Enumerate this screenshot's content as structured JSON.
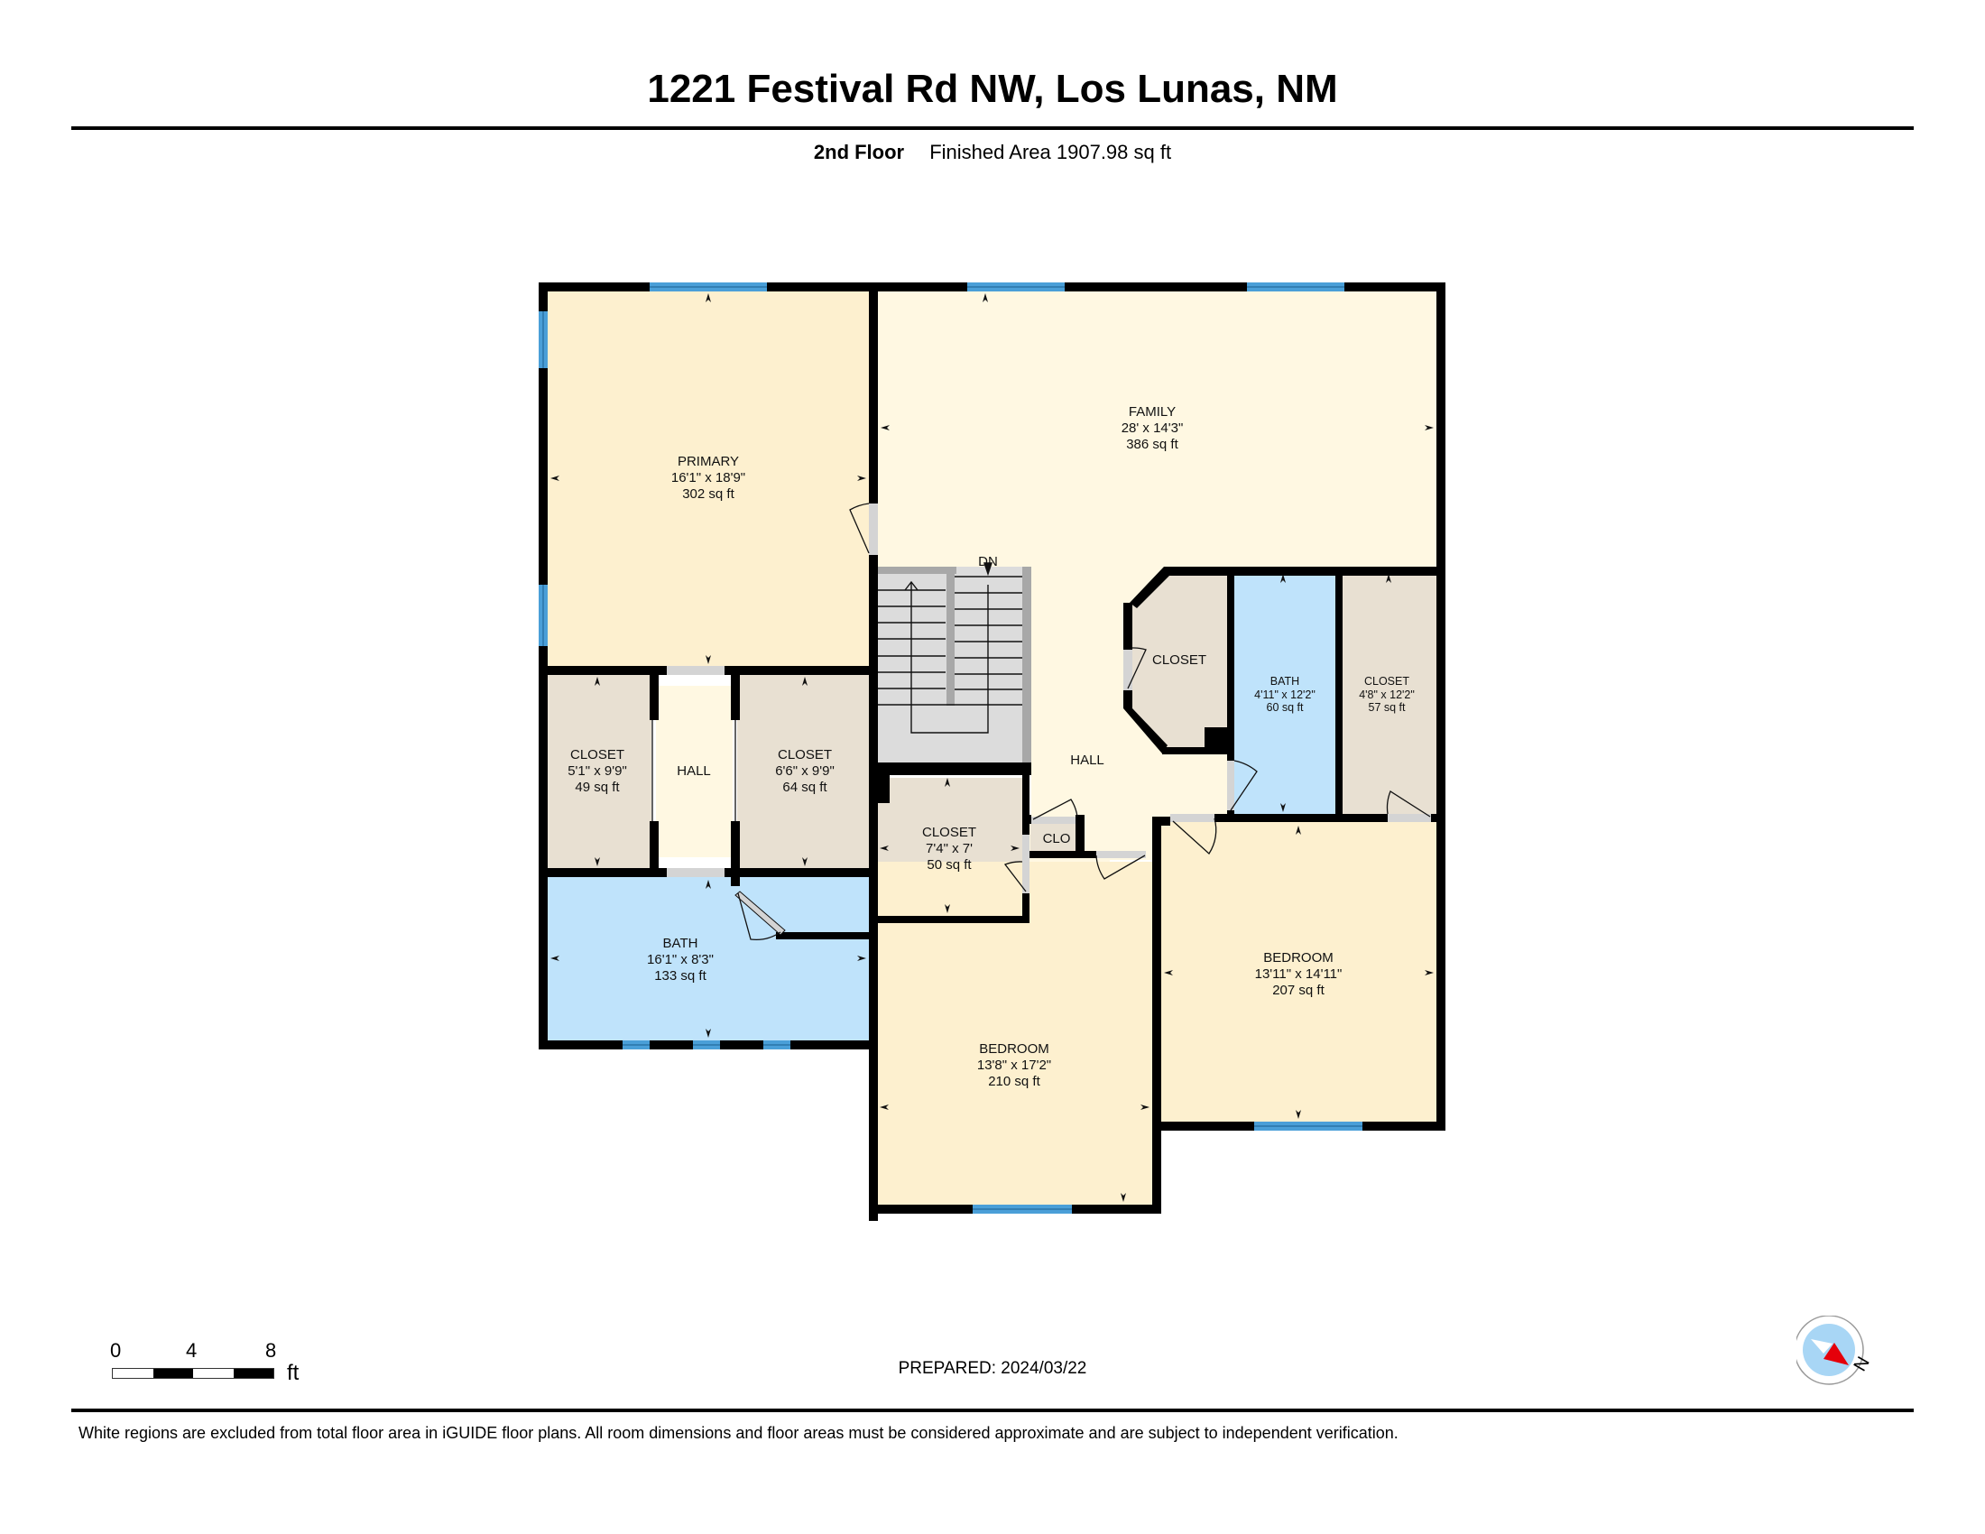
{
  "header": {
    "address": "1221 Festival Rd NW, Los Lunas, NM",
    "floor_name": "2nd Floor",
    "finished_area": "Finished Area 1907.98 sq ft"
  },
  "colors": {
    "wall": "#000000",
    "window": "#4a9fd8",
    "bedroom_fill": "#fdf0cf",
    "family_fill": "#fff8e2",
    "closet_fill": "#e8e0d2",
    "bath_fill": "#bfe3fb",
    "stairs_fill": "#dcdcdc",
    "door_opening": "#d4d4d4"
  },
  "rooms": {
    "primary": {
      "name": "PRIMARY",
      "dims": "16'1\" x 18'9\"",
      "area": "302 sq ft"
    },
    "family": {
      "name": "FAMILY",
      "dims": "28' x 14'3\"",
      "area": "386 sq ft"
    },
    "closet_left": {
      "name": "CLOSET",
      "dims": "5'1\" x 9'9\"",
      "area": "49 sq ft"
    },
    "hall_left": {
      "name": "HALL"
    },
    "closet_mid": {
      "name": "CLOSET",
      "dims": "6'6\" x 9'9\"",
      "area": "64 sq ft"
    },
    "primary_bath": {
      "name": "BATH",
      "dims": "16'1\" x 8'3\"",
      "area": "133 sq ft"
    },
    "stairs": {
      "label": "DN"
    },
    "hall_center": {
      "name": "HALL"
    },
    "closet_octagon": {
      "name": "CLOSET"
    },
    "bath_small": {
      "name": "BATH",
      "dims": "4'11\" x 12'2\"",
      "area": "60 sq ft"
    },
    "closet_right": {
      "name": "CLOSET",
      "dims": "4'8\" x 12'2\"",
      "area": "57 sq ft"
    },
    "closet_center": {
      "name": "CLOSET",
      "dims": "7'4\" x 7'",
      "area": "50 sq ft"
    },
    "clo": {
      "name": "CLO"
    },
    "bedroom_1": {
      "name": "BEDROOM",
      "dims": "13'8\" x 17'2\"",
      "area": "210 sq ft"
    },
    "bedroom_2": {
      "name": "BEDROOM",
      "dims": "13'11\" x 14'11\"",
      "area": "207 sq ft"
    }
  },
  "scale_bar": {
    "ticks": [
      "0",
      "4",
      "8"
    ],
    "unit": "ft"
  },
  "prepared": "PREPARED: 2024/03/22",
  "compass": {
    "label": "N"
  },
  "footer": {
    "disclaimer": "White regions are excluded from total floor area in iGUIDE floor plans. All room dimensions and floor areas must be considered approximate and are subject to independent verification."
  }
}
